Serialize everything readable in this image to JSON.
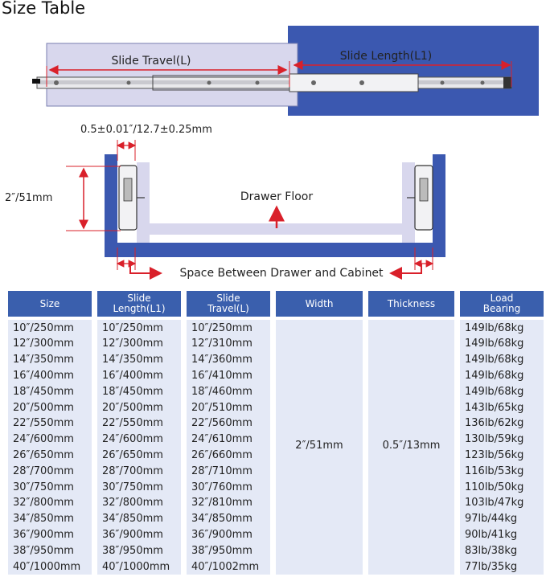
{
  "title": "Size Table",
  "top_diagram": {
    "slide_travel_label": "Slide Travel(L)",
    "slide_length_label": "Slide Length(L1)"
  },
  "cross_section": {
    "clearance_label": "0.5±0.01″/12.7±0.25mm",
    "height_label": "2″/51mm",
    "drawer_floor_label": "Drawer Floor",
    "space_label": "Space Between Drawer and Cabinet"
  },
  "colors": {
    "cabinet_blue": "#3b58b0",
    "drawer_lavender": "#d8d7ed",
    "dimension_red": "#d9202a",
    "header_blue": "#3a5fad",
    "cell_bg": "#e4e9f6"
  },
  "table": {
    "headers": [
      "Size",
      "Slide\nLength(L1)",
      "Slide\nTravel(L)",
      "Width",
      "Thickness",
      "Load\nBearing"
    ],
    "width_value": "2″/51mm",
    "thickness_value": "0.5″/13mm",
    "rows": [
      {
        "size": "10″/250mm",
        "length": "10″/250mm",
        "travel": "10″/250mm",
        "load": "149lb/68kg"
      },
      {
        "size": "12″/300mm",
        "length": "12″/300mm",
        "travel": "12″/310mm",
        "load": "149lb/68kg"
      },
      {
        "size": "14″/350mm",
        "length": "14″/350mm",
        "travel": "14″/360mm",
        "load": "149lb/68kg"
      },
      {
        "size": "16″/400mm",
        "length": "16″/400mm",
        "travel": "16″/410mm",
        "load": "149lb/68kg"
      },
      {
        "size": "18″/450mm",
        "length": "18″/450mm",
        "travel": "18″/460mm",
        "load": "149lb/68kg"
      },
      {
        "size": "20″/500mm",
        "length": "20″/500mm",
        "travel": "20″/510mm",
        "load": "143lb/65kg"
      },
      {
        "size": "22″/550mm",
        "length": "22″/550mm",
        "travel": "22″/560mm",
        "load": "136lb/62kg"
      },
      {
        "size": "24″/600mm",
        "length": "24″/600mm",
        "travel": "24″/610mm",
        "load": "130lb/59kg"
      },
      {
        "size": "26″/650mm",
        "length": "26″/650mm",
        "travel": "26″/660mm",
        "load": "123lb/56kg"
      },
      {
        "size": "28″/700mm",
        "length": "28″/700mm",
        "travel": "28″/710mm",
        "load": "116lb/53kg"
      },
      {
        "size": "30″/750mm",
        "length": "30″/750mm",
        "travel": "30″/760mm",
        "load": "110lb/50kg"
      },
      {
        "size": "32″/800mm",
        "length": "32″/800mm",
        "travel": "32″/810mm",
        "load": "103lb/47kg"
      },
      {
        "size": "34″/850mm",
        "length": "34″/850mm",
        "travel": "34″/850mm",
        "load": "97lb/44kg"
      },
      {
        "size": "36″/900mm",
        "length": "36″/900mm",
        "travel": "36″/900mm",
        "load": "90lb/41kg"
      },
      {
        "size": "38″/950mm",
        "length": "38″/950mm",
        "travel": "38″/950mm",
        "load": "83lb/38kg"
      },
      {
        "size": "40″/1000mm",
        "length": "40″/1000mm",
        "travel": "40″/1002mm",
        "load": "77lb/35kg"
      }
    ]
  }
}
